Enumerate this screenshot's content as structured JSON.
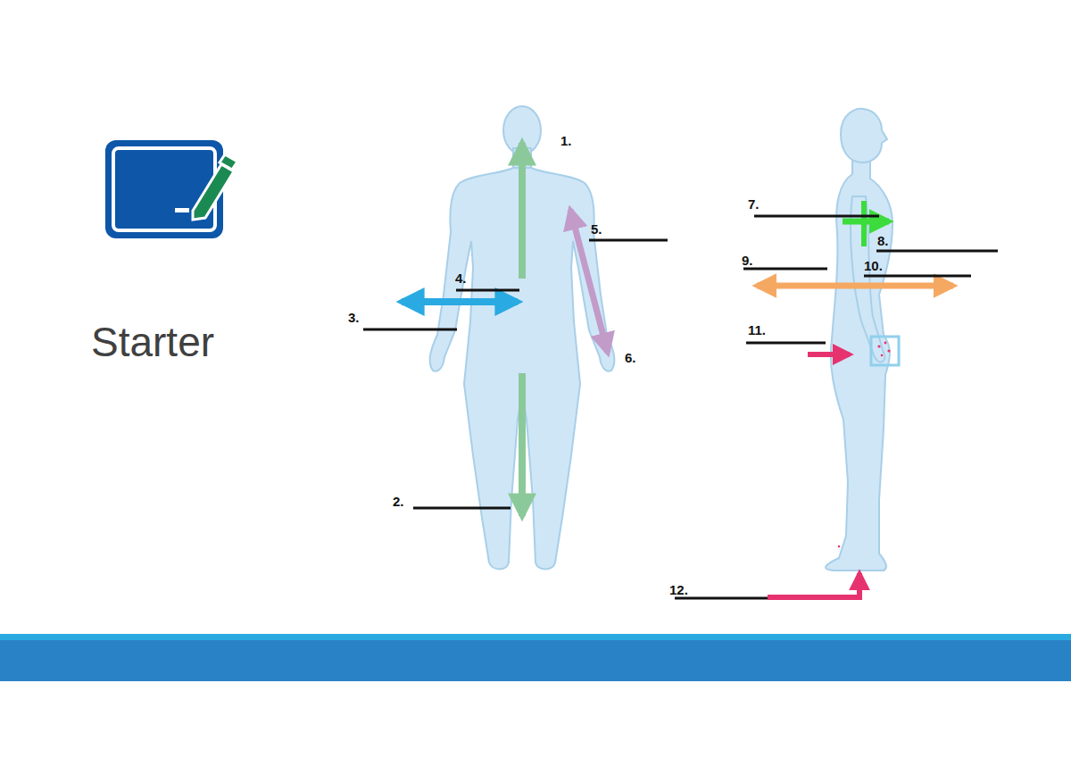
{
  "diagram": {
    "title": "Starter",
    "labels": [
      "1.",
      "2.",
      "3.",
      "4.",
      "5.",
      "6.",
      "7.",
      "8.",
      "9.",
      "10.",
      "11.",
      "12."
    ]
  }
}
